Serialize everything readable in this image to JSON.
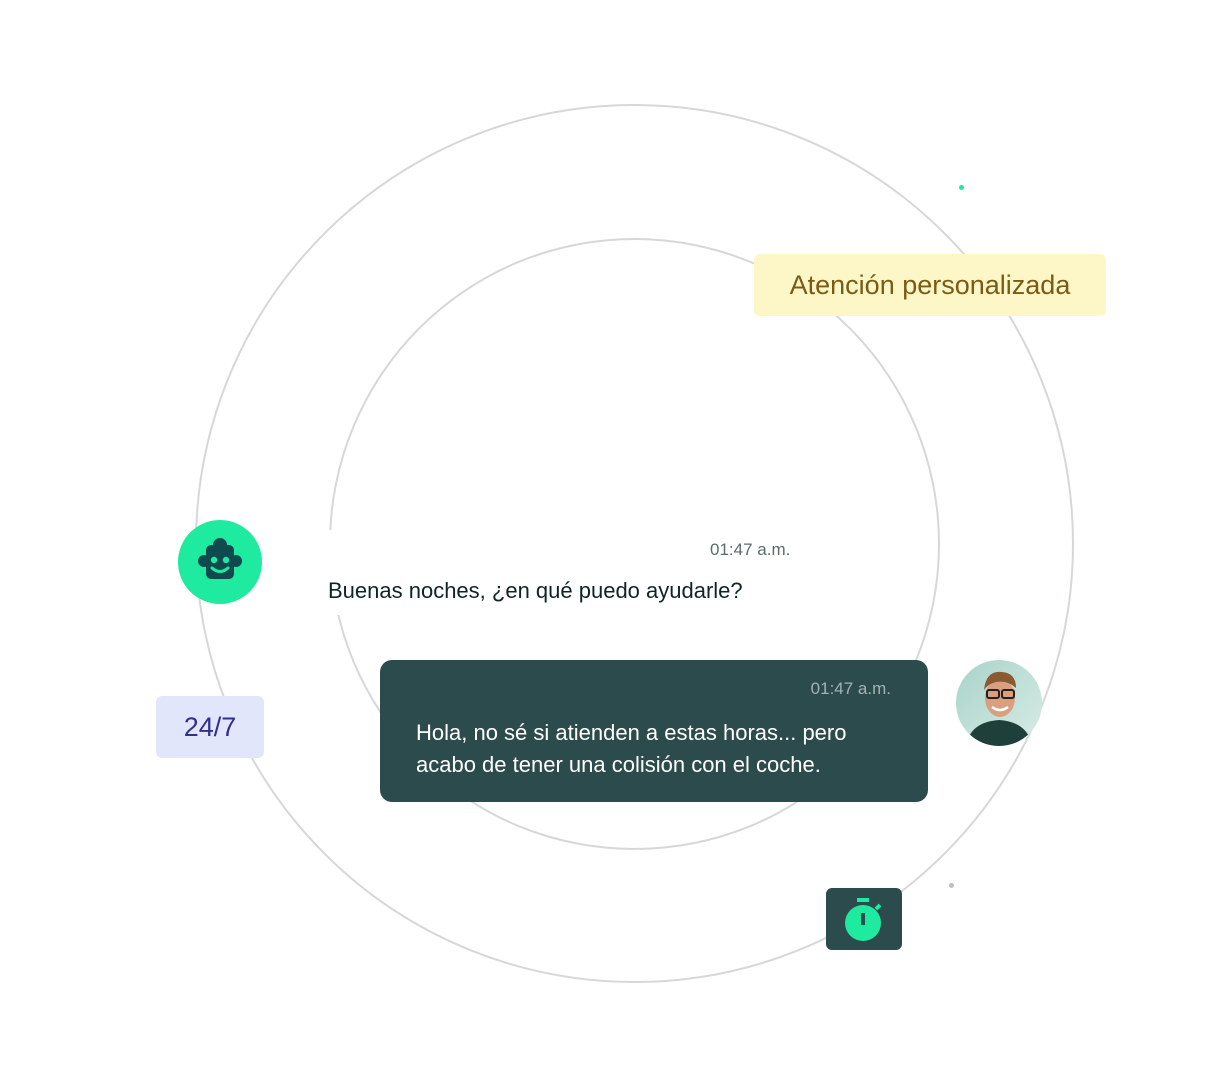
{
  "tags": {
    "personalized": "Atención personalizada",
    "availability": "24/7"
  },
  "bot_message": {
    "time": "01:47 a.m.",
    "text": "Buenas noches, ¿en qué puedo ayudarle?"
  },
  "user_message": {
    "time": "01:47 a.m.",
    "lines": [
      "Hola, no sé si atienden a estas horas... pero",
      "acabo de tener una colisión con el coche."
    ]
  },
  "colors": {
    "accent": "#1eeaa0",
    "dark": "#2c4b4c",
    "tag_yellow": "#fdf7c8",
    "tag_blue": "#e2e6fb"
  }
}
